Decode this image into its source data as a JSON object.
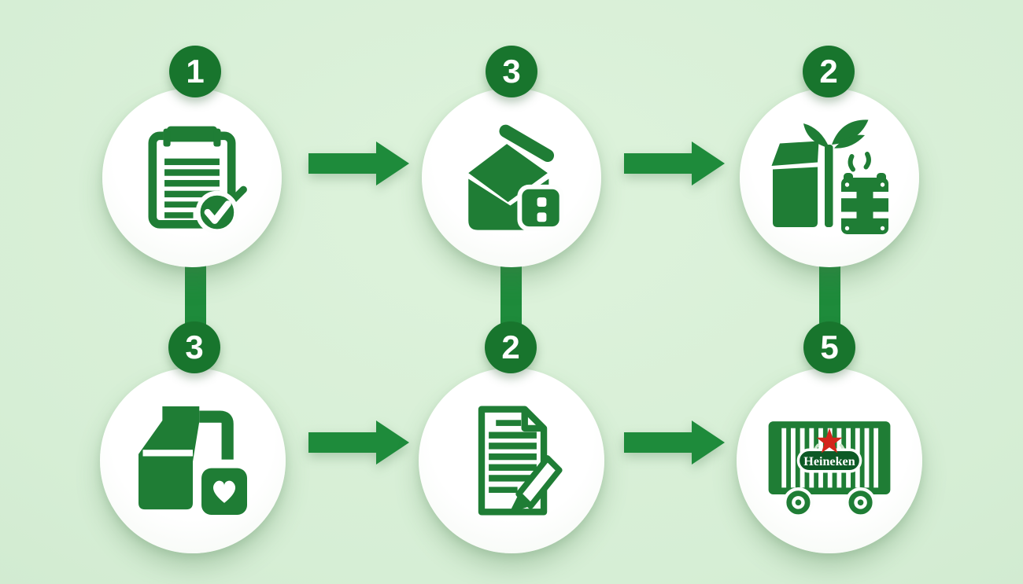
{
  "diagram": {
    "type": "process-flow",
    "rows": 2,
    "cols": 3,
    "background_color": "#d6eed5",
    "primary_green": "#1f7d35",
    "arrow_green": "#1e8b3b",
    "badge_green": "#18752d",
    "badge_text_color": "#ffffff",
    "circle_color": "#ffffff",
    "steps": [
      {
        "badge": "1",
        "icon": "clipboard-checklist-icon",
        "row": 1,
        "col": 1
      },
      {
        "badge": "3",
        "icon": "open-box-package-icon",
        "row": 1,
        "col": 2
      },
      {
        "badge": "2",
        "icon": "package-plant-crate-icon",
        "row": 1,
        "col": 3
      },
      {
        "badge": "3",
        "icon": "carton-heart-box-icon",
        "row": 2,
        "col": 1
      },
      {
        "badge": "2",
        "icon": "document-pen-icon",
        "row": 2,
        "col": 2
      },
      {
        "badge": "5",
        "icon": "heineken-container-icon",
        "row": 2,
        "col": 3
      }
    ],
    "heineken": {
      "label": "Heineken",
      "label_bg": "#0d5a26",
      "star_color": "#d3251b"
    },
    "connectors": {
      "horizontal_arrow_count": 4,
      "vertical_bar_count": 3
    }
  }
}
